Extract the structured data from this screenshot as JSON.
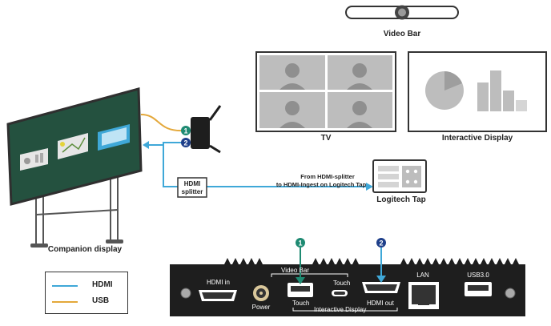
{
  "colors": {
    "hdmi": "#3fa8d8",
    "usb": "#e4a83a",
    "badge": "#1e8a72",
    "board": "#24513f",
    "port_box": "#222222"
  },
  "devices": {
    "video_bar": "Video Bar",
    "tv": "TV",
    "interactive_display": "Interactive Display",
    "companion_display": "Companion display",
    "logitech_tap": "Logitech Tap",
    "hdmi_splitter_line1": "HDMI",
    "hdmi_splitter_line2": "splitter"
  },
  "connection_note": {
    "line1": "From HDMI-splitter",
    "line2": "to HDMI-Ingest on Logitech Tap"
  },
  "badges": [
    "1",
    "2"
  ],
  "legend": [
    {
      "label": "HDMI",
      "color": "#3fa8d8"
    },
    {
      "label": "USB",
      "color": "#e4a83a"
    }
  ],
  "ports": {
    "hdmi_in": "HDMI in",
    "power": "Power",
    "video_bar": "Video Bar",
    "touch_top": "Touch",
    "touch_bottom": "Touch",
    "interactive_display": "Interactive Display",
    "hdmi_out": "HDMI out",
    "lan": "LAN",
    "usb30": "USB3.0"
  }
}
